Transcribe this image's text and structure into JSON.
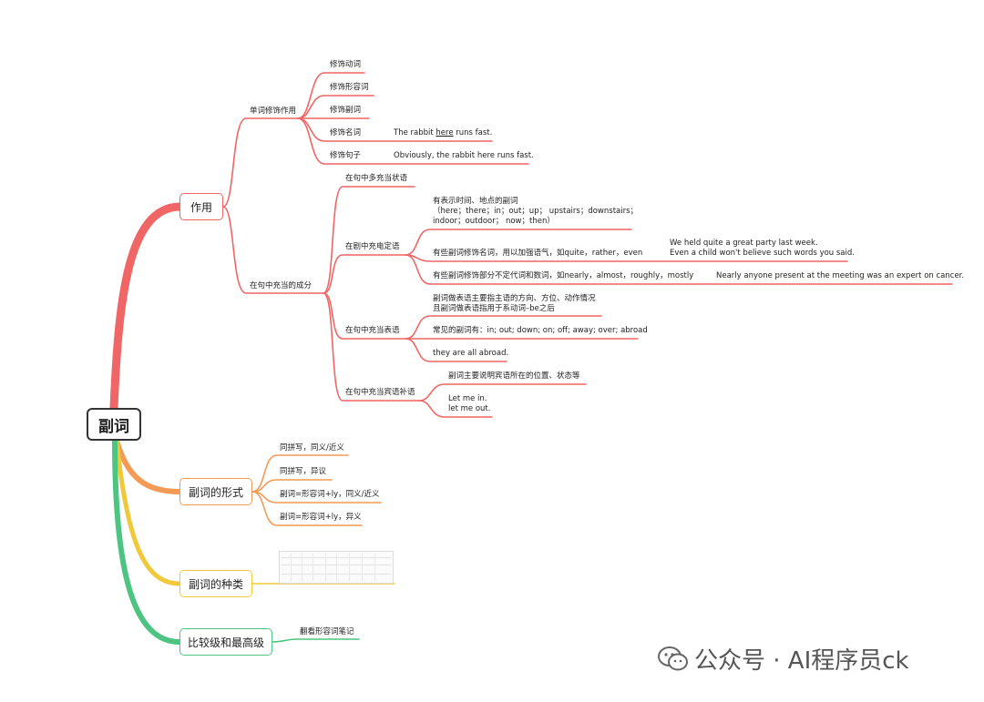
{
  "root": "副词",
  "colors": {
    "red": "#f06565",
    "orange": "#f49a55",
    "yellow": "#f0c93a",
    "green": "#4ec483",
    "root_border": "#333333"
  },
  "branches": {
    "role": {
      "label": "作用",
      "single_word": {
        "label": "单词修饰作用",
        "items": [
          "修饰动词",
          "修饰形容词",
          "修饰副词",
          "修饰名词",
          "修饰句子"
        ],
        "noun_example_pre": "The rabbit ",
        "noun_example_word": "here",
        "noun_example_post": " runs fast.",
        "sentence_example": "Obviously, the rabbit here runs fast."
      },
      "components": {
        "label": "在句中充当的成分",
        "adverbial": "在句中多充当状语",
        "attributive": {
          "label": "在剧中充电定语",
          "item1_lines": [
            "有表示时间、地点的副词",
            "（here；there；in；out；up； upstairs；downstairs；",
            "indoor；outdoor； now；then）"
          ],
          "item2": "有些副词修饰名词，用以加强语气，如quite，rather，even",
          "item2_examples": [
            "We held quite a great party last week.",
            "Even a child won't believe such words you said."
          ],
          "item3": "有些副词修饰部分不定代词和数词，如nearly，almost，roughly，mostly",
          "item3_example": "Nearly anyone present at the meeting was an expert on cancer."
        },
        "predicative": {
          "label": "在句中充当表语",
          "item1_lines": [
            "副词做表语主要指主语的方向、方位、动作情况",
            "且副词做表语指用于系动词–be之后"
          ],
          "item2": "常见的副词有：in; out; down; on; off; away; over; abroad",
          "item3": "they are all abroad."
        },
        "object_complement": {
          "label": "在句中充当宾语补语",
          "item1": "副词主要说明宾语所在的位置、状态等",
          "item2_lines": [
            "Let me in.",
            "let me out."
          ]
        }
      }
    },
    "forms": {
      "label": "副词的形式",
      "items": [
        "同拼写，同义/近义",
        "同拼写，异议",
        "副词=形容词+ly，同义/近义",
        "副词=形容词+ly，异义"
      ]
    },
    "types": {
      "label": "副词的种类",
      "thumbnail_icon": "table-image"
    },
    "comparison": {
      "label": "比较级和最高级",
      "note": "翻看形容词笔记"
    }
  },
  "watermark": {
    "text": "公众号 · AI程序员ck",
    "icon": "wechat-icon"
  }
}
